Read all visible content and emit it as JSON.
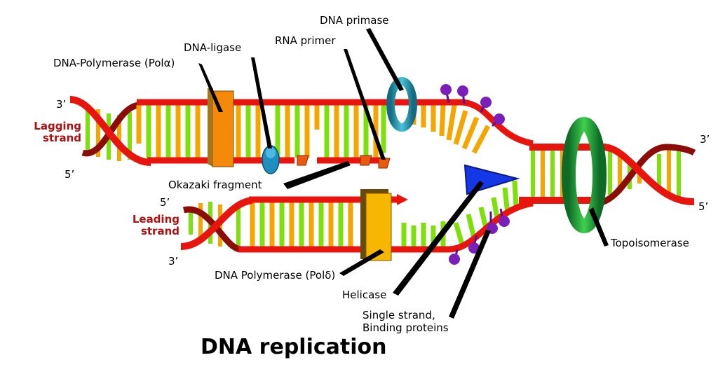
{
  "title": "DNA replication",
  "labels": {
    "dna_primase": "DNA primase",
    "dna_ligase": "DNA-ligase",
    "rna_primer": "RNA primer",
    "dna_polymerase_alpha": "DNA-Polymerase (Polα)",
    "okazaki_fragment": "Okazaki fragment",
    "dna_polymerase_delta": "DNA Polymerase (Polδ)",
    "helicase": "Helicase",
    "ssb_line1": "Single strand,",
    "ssb_line2": "Binding proteins",
    "topoisomerase": "Topoisomerase"
  },
  "strands": {
    "lagging_line1": "Lagging",
    "lagging_line2": "strand",
    "leading_line1": "Leading",
    "leading_line2": "strand"
  },
  "ends": {
    "lag_top_left": "3’",
    "lag_bottom_left": "5’",
    "lead_top_left": "5’",
    "lead_bottom_left": "3’",
    "right_top": "3’",
    "right_bottom": "5’"
  },
  "colors": {
    "backbone": "#e8140e",
    "backbone_dark": "#8c0c08",
    "base_green": "#7ee00a",
    "base_orange": "#f5a500",
    "primase": "#2aa3bf",
    "ligase": "#1f8fc0",
    "polymerase_alpha": "#f58a0a",
    "polymerase_delta": "#f7b600",
    "helicase": "#1438e6",
    "ssb": "#7a1fb8",
    "topoisomerase": "#1f9c3a",
    "primer": "#e85a10"
  }
}
